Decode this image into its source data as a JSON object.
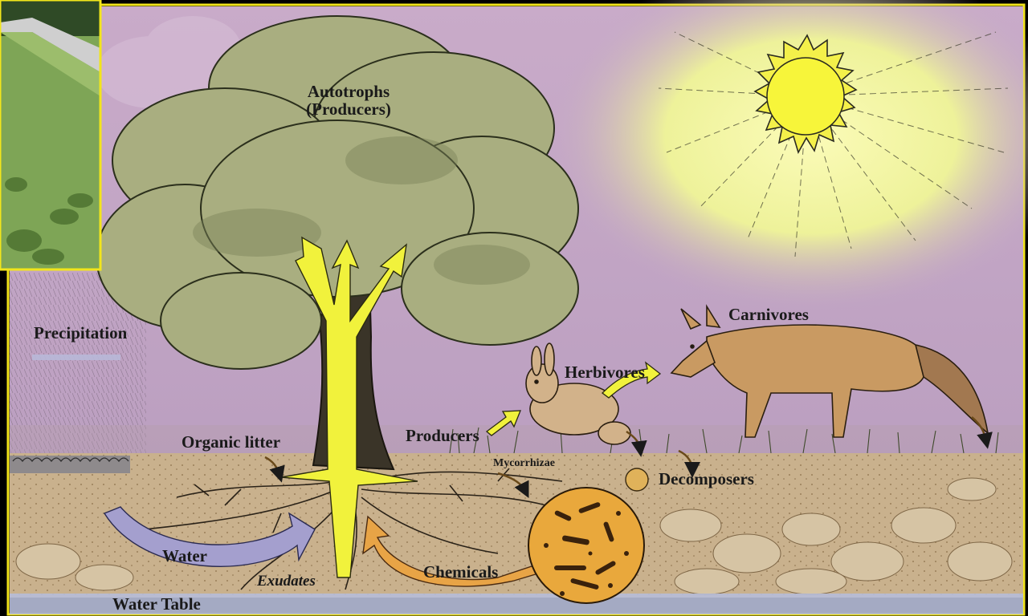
{
  "diagram": {
    "labels": {
      "autotrophs_line1": "Autotrophs",
      "autotrophs_line2": "(Producers)",
      "carnivores": "Carnivores",
      "herbivores": "Herbivores",
      "producers": "Producers",
      "precipitation": "Precipitation",
      "organic_litter": "Organic litter",
      "mycorrhizae": "Mycorrhizae",
      "decomposers": "Decomposers",
      "water": "Water",
      "exudates": "Exudates",
      "chemicals": "Chemicals",
      "water_table": "Water Table"
    },
    "colors": {
      "sky": "#c3a8c6",
      "sun": "#f2f23a",
      "sun_glow": "#f1f59a",
      "soil": "#c8b08c",
      "tree_foliage": "#a8ae7e",
      "flow_arrow": "#f0f03c",
      "water_arrow": "#9e97c8",
      "chemical_arrow": "#e6a245",
      "water_table": "#b6bcd8",
      "border": "#f2e51b"
    }
  }
}
